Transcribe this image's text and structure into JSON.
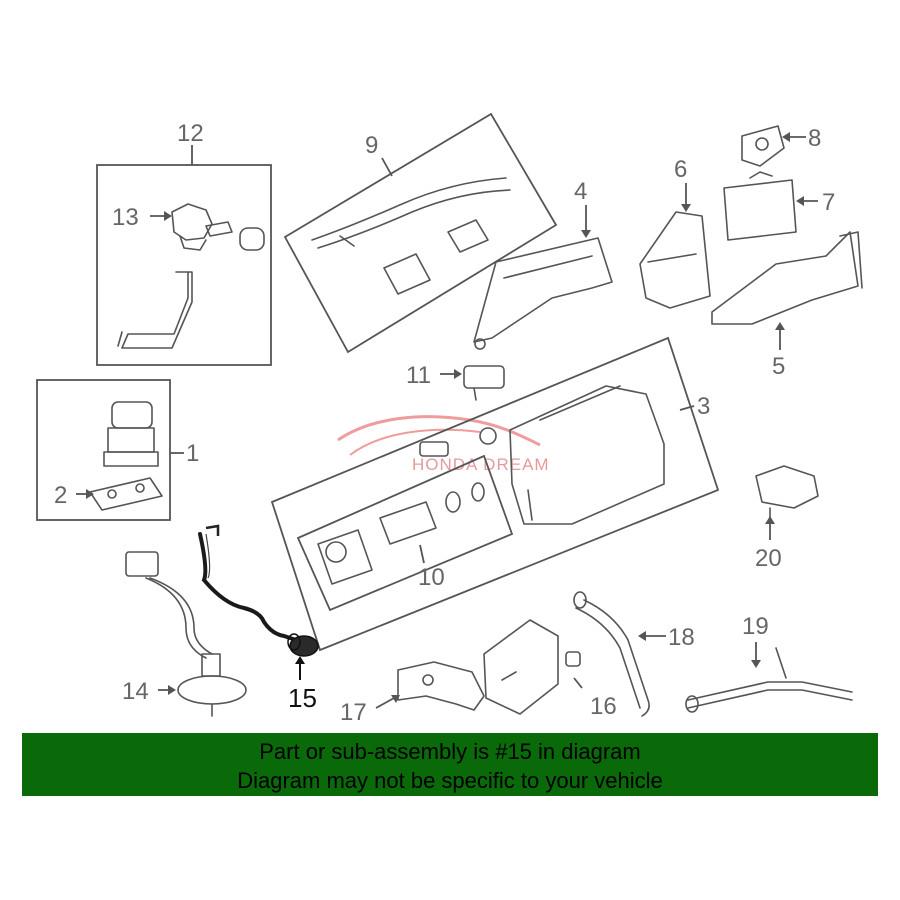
{
  "callouts": {
    "c1": "1",
    "c2": "2",
    "c3": "3",
    "c4": "4",
    "c5": "5",
    "c6": "6",
    "c7": "7",
    "c8": "8",
    "c9": "9",
    "c10": "10",
    "c11": "11",
    "c12": "12",
    "c13": "13",
    "c14": "14",
    "c15": "15",
    "c16": "16",
    "c17": "17",
    "c18": "18",
    "c19": "19",
    "c20": "20"
  },
  "highlighted_part": "15",
  "watermark": "HONDA DREAM",
  "banner": {
    "line1": "Part or sub-assembly is #15 in diagram",
    "line2": "Diagram may not be specific to your vehicle",
    "background": "#0a6a0a"
  },
  "colors": {
    "line_art": "#555555",
    "highlight": "#111111",
    "watermark": "#e79a9a"
  }
}
